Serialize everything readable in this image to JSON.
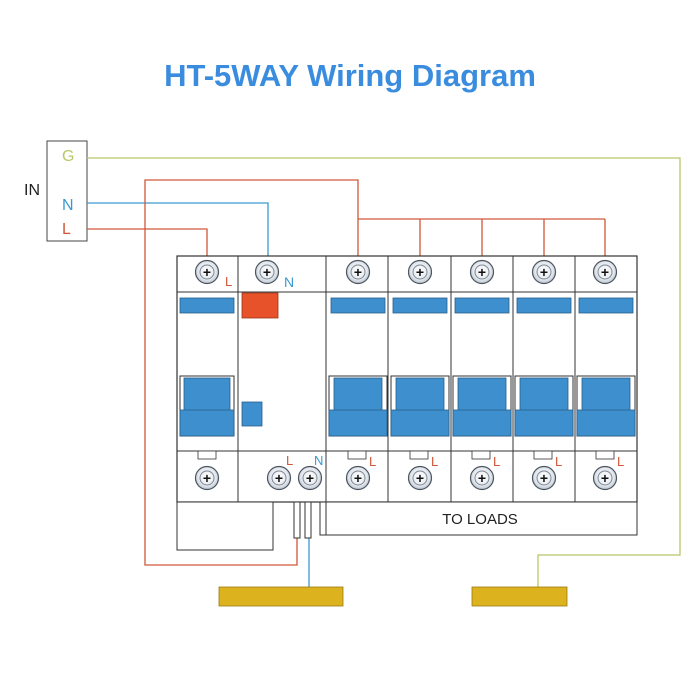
{
  "title": "HT-5WAY Wiring Diagram",
  "input_label": "IN",
  "input_terminals": {
    "g": "G",
    "n": "N",
    "l": "L"
  },
  "main_breaker_labels": {
    "top_l": "L",
    "top_n": "N",
    "bottom_l": "L",
    "bottom_n": "N"
  },
  "branch_breaker_count": 5,
  "branch_terminal_label": "L",
  "loads_label": "TO LOADS",
  "colors": {
    "title": "#3a8dde",
    "ground_wire": "#b8c86a",
    "neutral_wire": "#3a9ad0",
    "live_wire": "#d0573a",
    "breaker_blue": "#3d8fcd",
    "indicator_red": "#e8522a",
    "busbar_gold": "#dcb21f"
  },
  "icons": {
    "terminal": "screw-terminal-icon"
  }
}
